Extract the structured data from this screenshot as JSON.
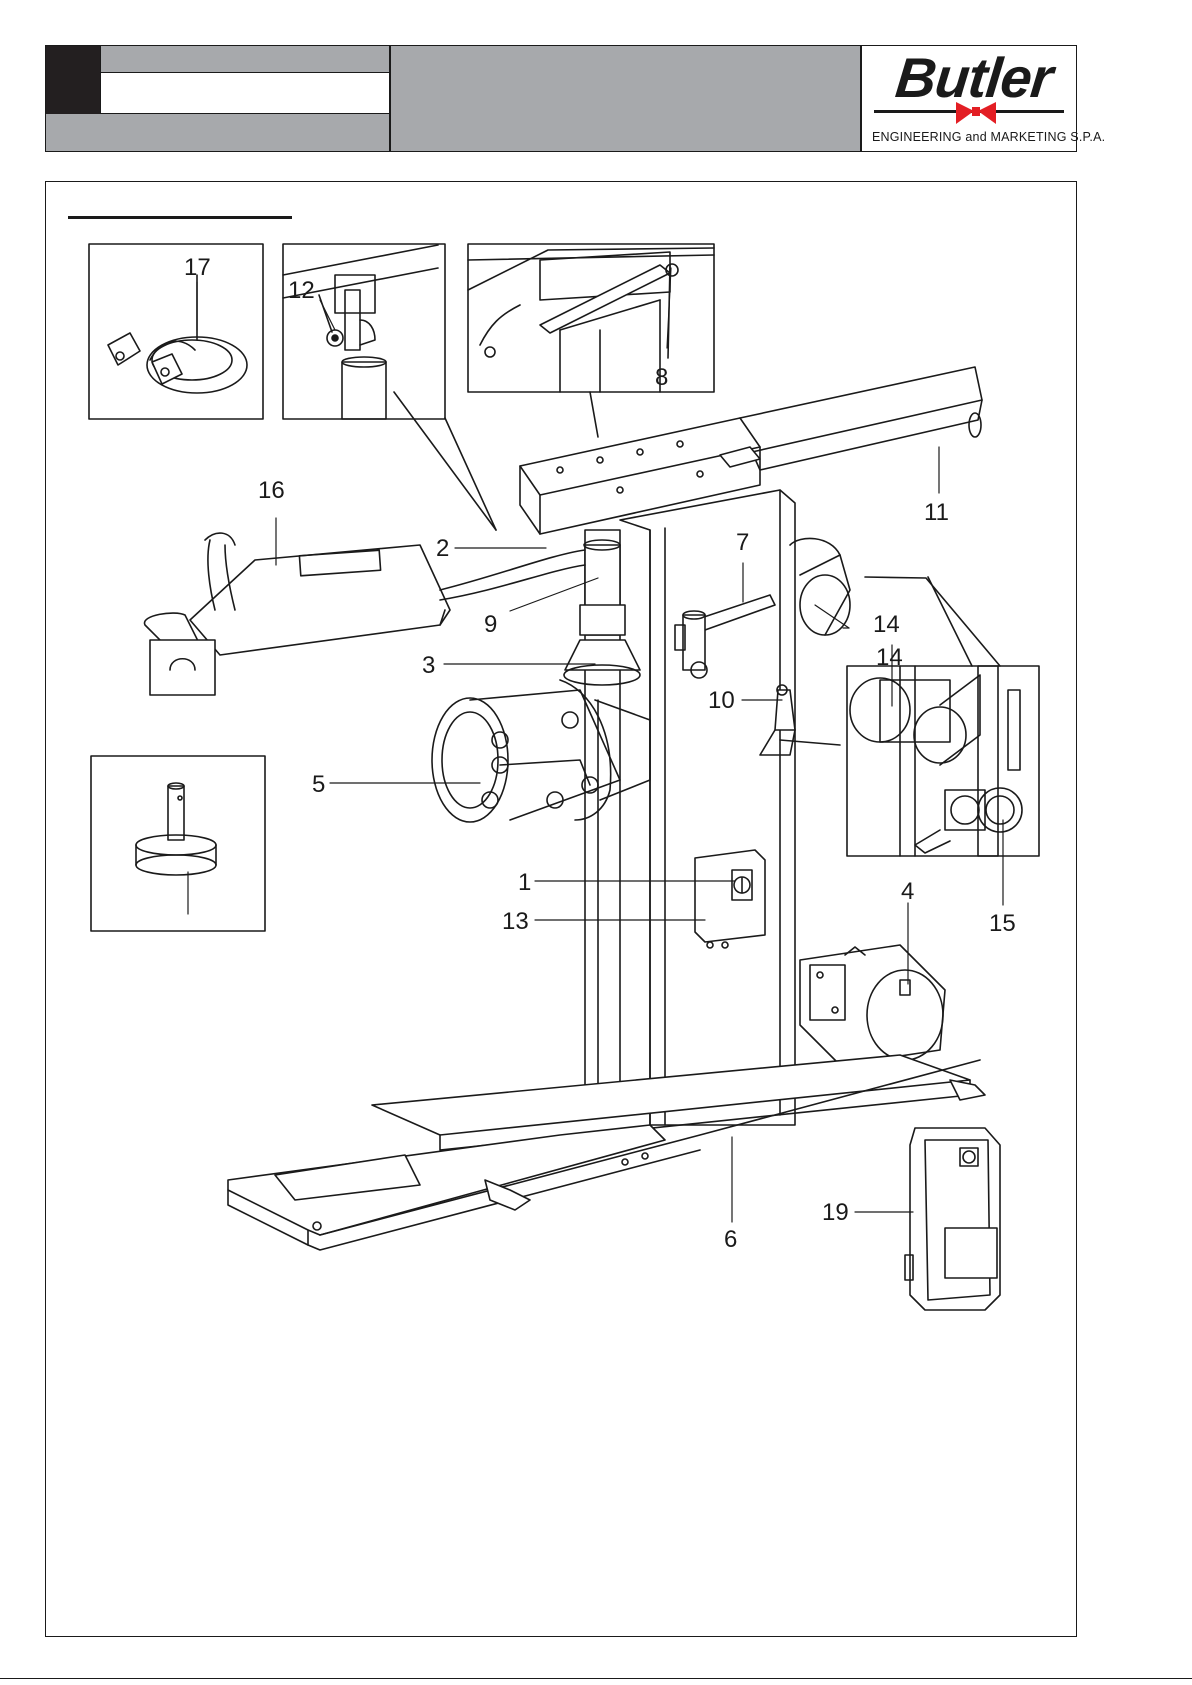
{
  "header": {
    "brand": "Butler",
    "tagline": "ENGINEERING and MARKETING S.P.A."
  },
  "figure": {
    "callouts": [
      {
        "id": "c1",
        "label": "1"
      },
      {
        "id": "c2",
        "label": "2"
      },
      {
        "id": "c3",
        "label": "3"
      },
      {
        "id": "c4",
        "label": "4"
      },
      {
        "id": "c5",
        "label": "5"
      },
      {
        "id": "c6",
        "label": "6"
      },
      {
        "id": "c7",
        "label": "7"
      },
      {
        "id": "c8",
        "label": "8"
      },
      {
        "id": "c9",
        "label": "9"
      },
      {
        "id": "c10",
        "label": "10"
      },
      {
        "id": "c11",
        "label": "11"
      },
      {
        "id": "c12",
        "label": "12"
      },
      {
        "id": "c13",
        "label": "13"
      },
      {
        "id": "c14",
        "label": "14"
      },
      {
        "id": "c14b",
        "label": "14"
      },
      {
        "id": "c15",
        "label": "15"
      },
      {
        "id": "c16",
        "label": "16"
      },
      {
        "id": "c17",
        "label": "17"
      },
      {
        "id": "c18",
        "label": "18"
      },
      {
        "id": "c19",
        "label": "19"
      }
    ]
  },
  "colors": {
    "header_gray": "#a7a9ac",
    "header_black": "#231f20",
    "logo_red": "#e31e24",
    "line": "#1a1a1a"
  }
}
